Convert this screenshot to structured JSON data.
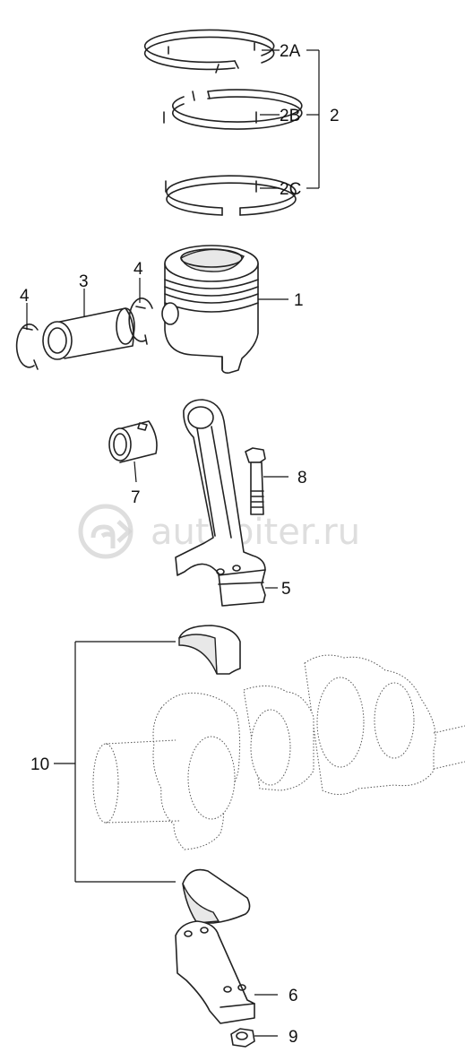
{
  "callouts": {
    "c2a": "2A",
    "c2b": "2B",
    "c2c": "2C",
    "c2": "2",
    "c1": "1",
    "c3": "3",
    "c4_left": "4",
    "c4_right": "4",
    "c7": "7",
    "c8": "8",
    "c5": "5",
    "c10": "10",
    "c6": "6",
    "c9": "9"
  },
  "watermark": {
    "text": "autopiter.ru",
    "logo_icon": "autopiter-logo-icon"
  },
  "colors": {
    "line": "#222222",
    "watermark": "#d3d3d3",
    "background": "#ffffff"
  }
}
